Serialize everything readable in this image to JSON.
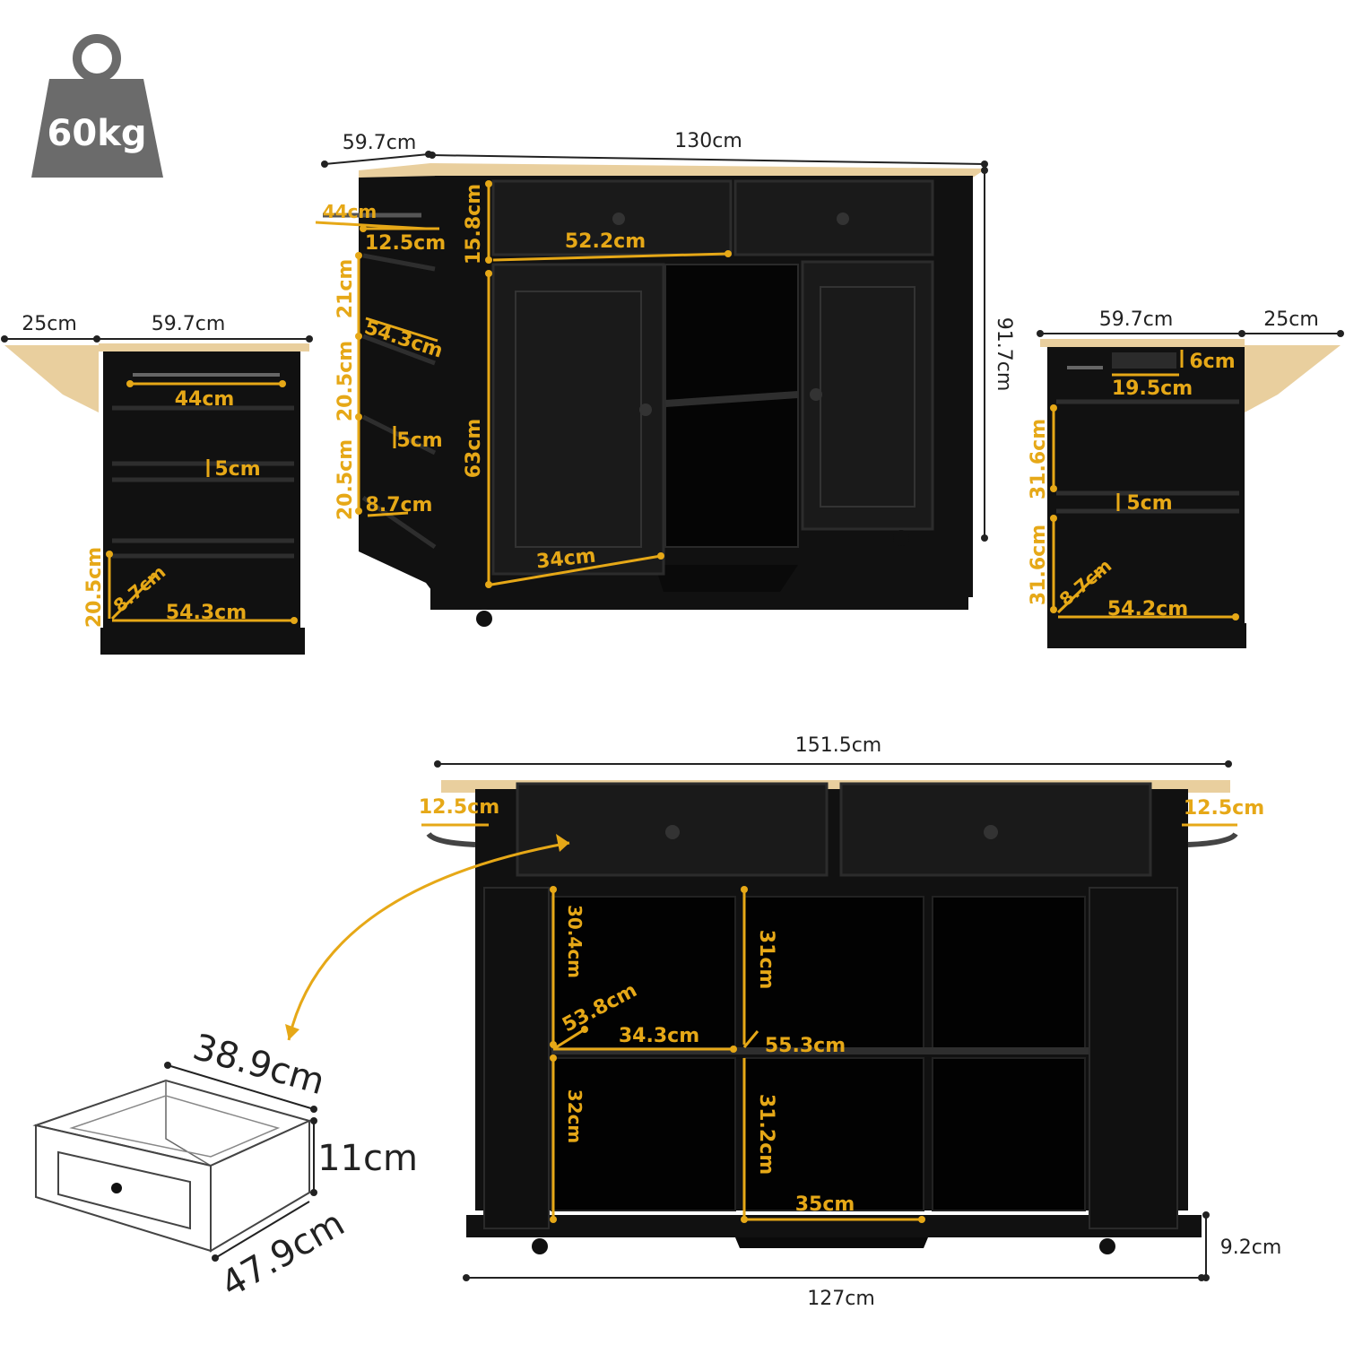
{
  "weight": {
    "label": "60kg",
    "icon": "weight-icon",
    "color": "#6b6b6b"
  },
  "colors": {
    "accent": "#e6a817",
    "wood": "#e9cf9e",
    "cabinet": "#111111"
  },
  "main_view": {
    "depth": "59.7cm",
    "width": "130cm",
    "height": "91.7cm",
    "side_rail": "44cm",
    "side_shelf_depth": "12.5cm",
    "drawer_height": "15.8cm",
    "drawer_width": "52.2cm",
    "side_shelf_1": "21cm",
    "side_shelf_length": "54.3cm",
    "side_shelf_2": "20.5cm",
    "side_shelf_gap": "5cm",
    "side_shelf_3": "20.5cm",
    "side_shelf_lip": "8.7cm",
    "cabinet_height": "63cm",
    "door_width": "34cm"
  },
  "left_view": {
    "leaf": "25cm",
    "depth": "59.7cm",
    "rail": "44cm",
    "gap": "5cm",
    "shelf_height": "20.5cm",
    "shelf_lip": "8.7cm",
    "shelf_length": "54.3cm"
  },
  "right_view": {
    "depth": "59.7cm",
    "leaf": "25cm",
    "socket_height": "6cm",
    "socket_width": "19.5cm",
    "shelf_1": "31.6cm",
    "gap": "5cm",
    "shelf_2": "31.6cm",
    "shelf_lip": "8.7cm",
    "shelf_length": "54.2cm"
  },
  "open_view": {
    "total_width": "151.5cm",
    "left_overhang": "12.5cm",
    "right_overhang": "12.5cm",
    "door_shelf_top": "30.4cm",
    "door_shelf_bottom": "32cm",
    "shelf_depth": "53.8cm",
    "shelf_width_left": "34.3cm",
    "shelf_depth_center": "55.3cm",
    "upper_height": "31cm",
    "lower_height": "31.2cm",
    "bottom_width": "35cm",
    "base_height": "9.2cm",
    "body_width": "127cm"
  },
  "drawer_detail": {
    "width": "38.9cm",
    "height": "11cm",
    "depth": "47.9cm"
  }
}
